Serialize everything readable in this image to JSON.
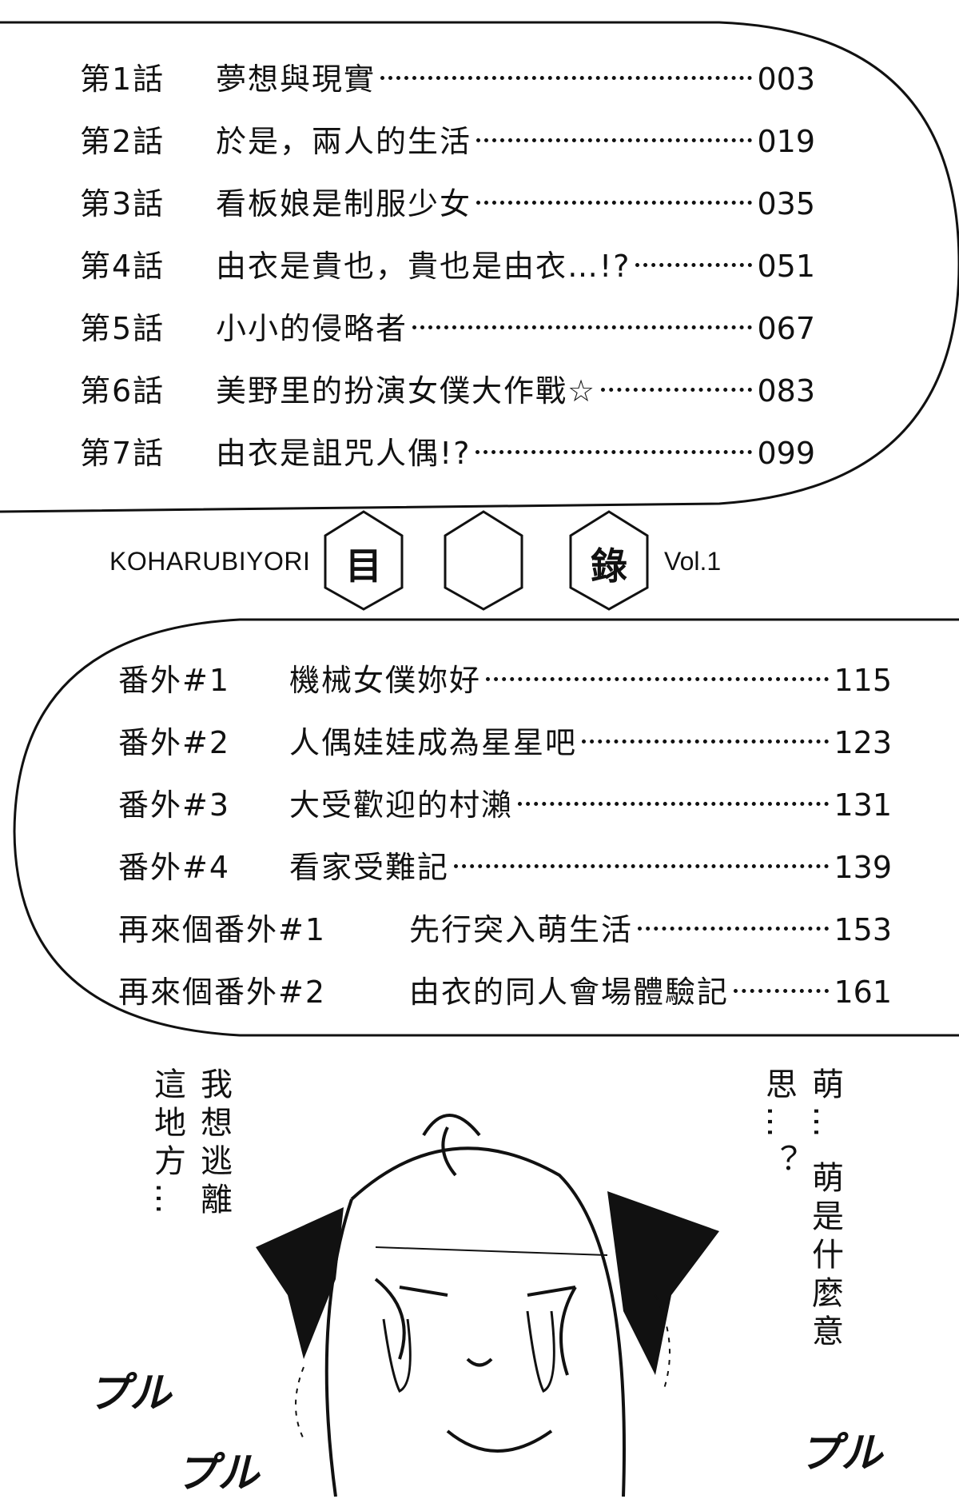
{
  "chapters": [
    {
      "num": "第1話",
      "title": "夢想與現實",
      "page": "003"
    },
    {
      "num": "第2話",
      "title": "於是，兩人的生活",
      "page": "019"
    },
    {
      "num": "第3話",
      "title": "看板娘是制服少女",
      "page": "035"
    },
    {
      "num": "第4話",
      "title": "由衣是貴也，貴也是由衣…!?",
      "page": "051"
    },
    {
      "num": "第5話",
      "title": "小小的侵略者",
      "page": "067"
    },
    {
      "num": "第6話",
      "title": "美野里的扮演女僕大作戰☆",
      "page": "083"
    },
    {
      "num": "第7話",
      "title": "由衣是詛咒人偶!?",
      "page": "099"
    }
  ],
  "header": {
    "series": "KOHARUBIYORI",
    "hex1": "目",
    "hex3": "錄",
    "volume": "Vol.1"
  },
  "extras": [
    {
      "num": "番外#1",
      "title": "機械女僕妳好",
      "page": "115"
    },
    {
      "num": "番外#2",
      "title": "人偶娃娃成為星星吧",
      "page": "123"
    },
    {
      "num": "番外#3",
      "title": "大受歡迎的村瀨",
      "page": "131"
    },
    {
      "num": "番外#4",
      "title": "看家受難記",
      "page": "139"
    },
    {
      "num": "再來個番外#1",
      "title": "先行突入萌生活",
      "page": "153"
    },
    {
      "num": "再來個番外#2",
      "title": "由衣的同人會場體驗記",
      "page": "161"
    }
  ],
  "speech": {
    "left": [
      "我想逃離",
      "這地方…"
    ],
    "right": [
      "萌…",
      "萌是什麼意思…？"
    ]
  },
  "sfx": [
    "プル",
    "プル",
    "プル"
  ]
}
